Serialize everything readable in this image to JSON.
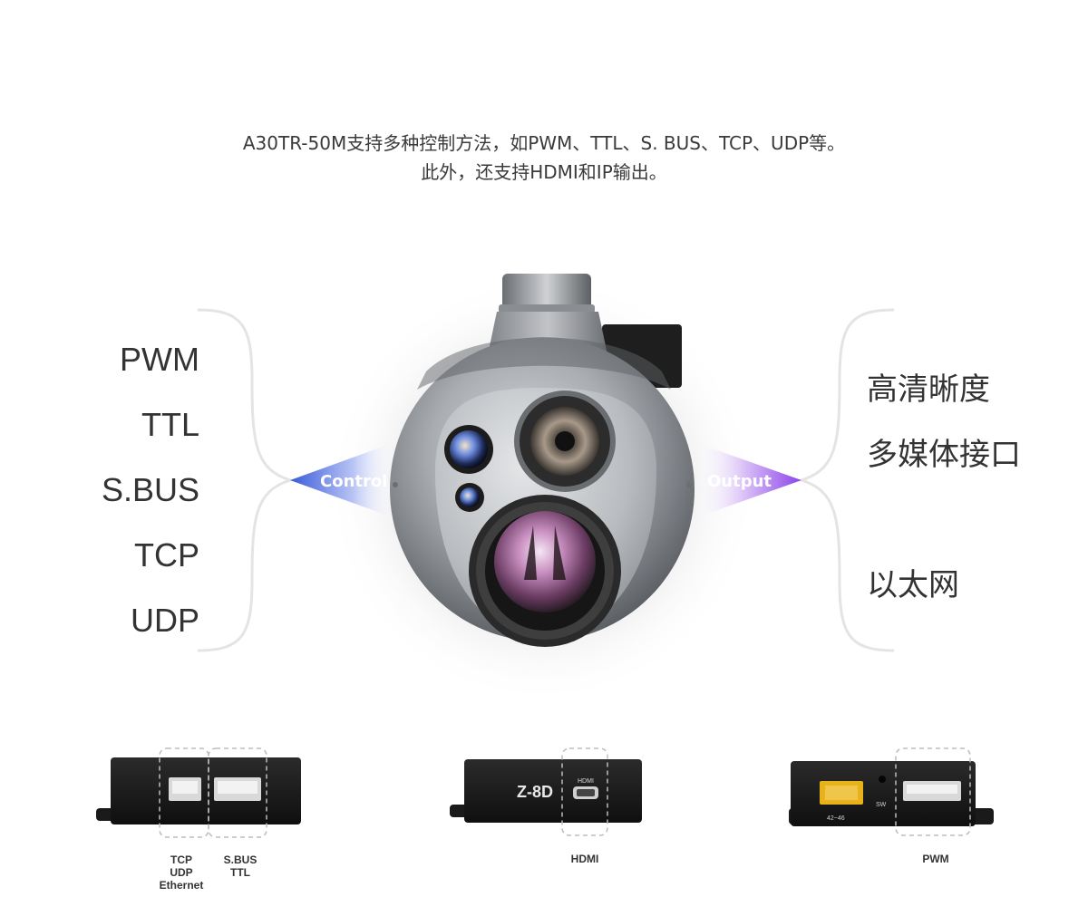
{
  "intro": {
    "line1": "A30TR-50M支持多种控制方法，如PWM、TTL、S. BUS、TCP、UDP等。",
    "line2": "此外，还支持HDMI和IP输出。"
  },
  "control": {
    "label": "Control",
    "items": [
      "PWM",
      "TTL",
      "S.BUS",
      "TCP",
      "UDP"
    ]
  },
  "output": {
    "label": "Output",
    "items": [
      "高清晰度",
      "多媒体接口",
      "以太网"
    ]
  },
  "modules": [
    {
      "labels": [
        "TCP\nUDP\nEthernet",
        "S.BUS\nTTL"
      ]
    },
    {
      "device_text": "Z-8D",
      "port_text": "HDMI",
      "labels": [
        "HDMI"
      ]
    },
    {
      "labels": [
        "PWM"
      ],
      "marking": "42~46",
      "switch": "SW"
    }
  ],
  "colors": {
    "control_gradient": [
      "#3a5bd9",
      "#7a6fe0"
    ],
    "output_gradient": [
      "#b77ff0",
      "#7d3ee8"
    ],
    "bracket": "#e6e6e6"
  }
}
